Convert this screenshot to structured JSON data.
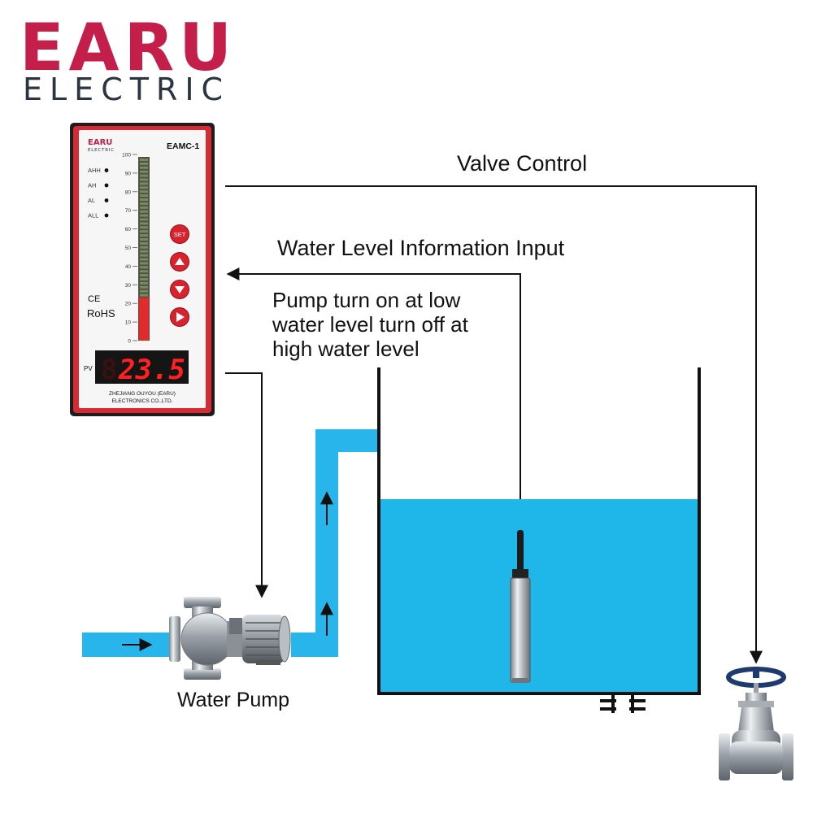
{
  "brand": {
    "name": "EARU",
    "subtitle": "ELECTRIC",
    "primary_color": "#c41e4a",
    "secondary_color": "#2b3440"
  },
  "controller": {
    "brand_name": "EARU",
    "brand_sub": "ELECTRIC",
    "model": "EAMC-1",
    "alarms": [
      "AHH",
      "AH",
      "AL",
      "ALL"
    ],
    "scale_ticks": [
      "100",
      "90",
      "80",
      "70",
      "60",
      "50",
      "40",
      "30",
      "20",
      "10",
      "0"
    ],
    "level_fraction": 0.235,
    "buttons": [
      "SET",
      "up",
      "down",
      "right"
    ],
    "ce_mark": "CE",
    "rohs": "RoHS",
    "pv_label": "PV",
    "display_ghost": "8",
    "display_value": "23.5",
    "maker_line1": "ZHEJIANG OUYOU (EARU)",
    "maker_line2": "ELECTRONICS CO.,LTD.",
    "frame_color": "#d42b35",
    "bar_color": "#e32a2a",
    "display_color": "#ff2020"
  },
  "labels": {
    "valve_control": "Valve Control",
    "water_level_input": "Water Level Information Input",
    "pump_note_1": "Pump turn on at low",
    "pump_note_2": "water level turn off at",
    "pump_note_3": "high water level",
    "water_pump": "Water Pump"
  },
  "colors": {
    "water": "#1fb6ea",
    "pipe": "#27b5ec",
    "line": "#111111"
  },
  "icons": {
    "pump": "water-pump-icon",
    "valve": "gate-valve-icon",
    "sensor": "level-sensor-icon"
  }
}
